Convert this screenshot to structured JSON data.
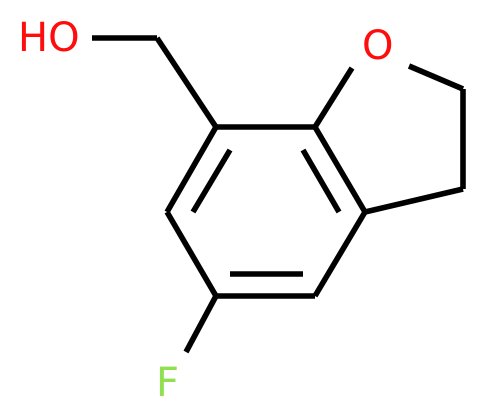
{
  "structure": {
    "atoms": {
      "hydroxyl": {
        "text": "HO",
        "color": "#ff0d0d"
      },
      "ring_oxygen": {
        "text": "O",
        "color": "#ff0d0d"
      },
      "fluorine": {
        "text": "F",
        "color": "#90e050"
      }
    },
    "bond_color": "#000000"
  }
}
